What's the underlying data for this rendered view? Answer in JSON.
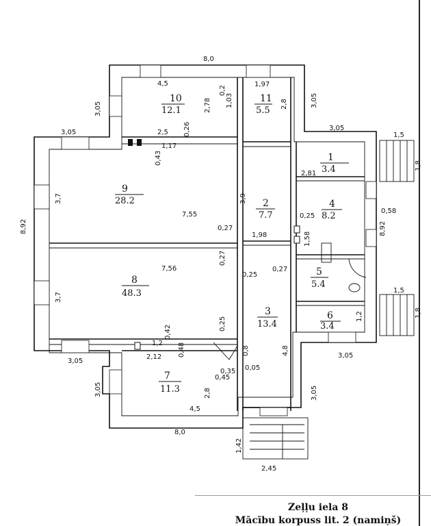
{
  "rooms": [
    {
      "number": "1",
      "area": "3.4"
    },
    {
      "number": "2",
      "area": "7.7"
    },
    {
      "number": "3",
      "area": "13.4"
    },
    {
      "number": "4",
      "area": "8.2"
    },
    {
      "number": "5",
      "area": "5.4"
    },
    {
      "number": "6",
      "area": "3.4"
    },
    {
      "number": "7",
      "area": "11.3"
    },
    {
      "number": "8",
      "area": "48.3"
    },
    {
      "number": "9",
      "area": "28.2"
    },
    {
      "number": "10",
      "area": "12.1"
    },
    {
      "number": "11",
      "area": "5.5"
    }
  ],
  "dimensions": {
    "top_width": "8,0",
    "bottom_width": "8,0",
    "left_height": "8,92",
    "right_height": "8,92",
    "wing_3_05_a": "3,05",
    "wing_3_05_b": "3,05",
    "wing_3_05_c": "3,05",
    "wing_3_05_d": "3,05",
    "wing_3_05_e": "3,05",
    "wing_3_05_f": "3,05",
    "wing_3_05_g": "3,05",
    "room10_w": "4,5",
    "room10_h": "2,78",
    "room11_w": "1,97",
    "room11_h": "2,8",
    "room9_h": "3,7",
    "room9_w": "7,55",
    "room8_h": "3,7",
    "room8_w": "7,56",
    "room7_w": "4,5",
    "room7_h": "2,8",
    "room2_h": "3,9",
    "room2_w": "1,98",
    "room3_h": "4,8",
    "room1_w": "2,81",
    "room4_w": "0,58",
    "room6_h": "1,2",
    "stair_right_top_w": "1,5",
    "stair_right_top_h": "1,8",
    "stair_right_bottom_w": "1,5",
    "stair_right_bottom_h": "1,8",
    "stair_bottom_h": "1,42",
    "stair_bottom_w": "2,45",
    "d_2_5": "2,5",
    "d_1_17": "1,17",
    "d_0_43": "0,43",
    "d_0_26": "0,26",
    "d_0_27a": "0,27",
    "d_0_27b": "0,27",
    "d_0_27c": "0,27",
    "d_0_25a": "0,25",
    "d_0_25b": "0,25",
    "d_0_25c": "0,25",
    "d_1_58": "1,58",
    "d_1_2": "1,2",
    "d_0_42": "0,42",
    "d_2_12": "2,12",
    "d_0_48": "0,48",
    "d_0_35": "0,35",
    "d_0_45": "0,45",
    "d_0_05": "0,05",
    "d_0_8": "0,8",
    "d_0_2": "0,2",
    "d_1_03": "1,03"
  },
  "caption": {
    "line1": "Zeļļu iela 8",
    "line2": "Mācību korpuss lit. 2 (namiņš)"
  }
}
